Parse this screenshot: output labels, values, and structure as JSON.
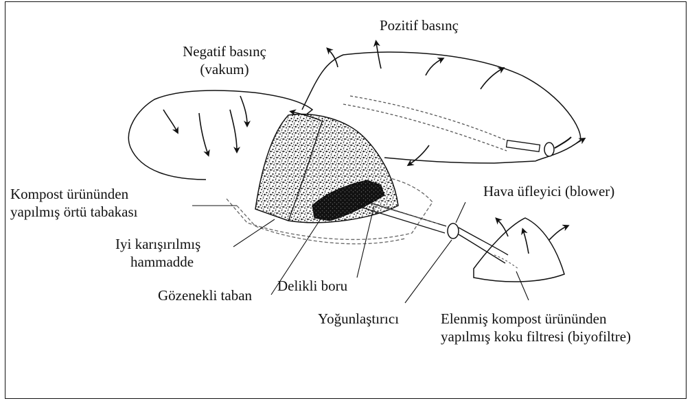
{
  "labels": {
    "negative_pressure_line1": "Negatif basınç",
    "negative_pressure_line2": "(vakum)",
    "positive_pressure": "Pozitif basınç",
    "cover_layer_line1": "Kompost ürününden",
    "cover_layer_line2": "yapılmış örtü tabakası",
    "raw_material_line1": "Iyi karışırılmış",
    "raw_material_line2": "hammadde",
    "porous_base": "Gözenekli taban",
    "perforated_pipe": "Delikli boru",
    "condenser": "Yoğunlaştırıcı",
    "blower": "Hava üfleyici (blower)",
    "biofilter_line1": "Elenmiş kompost ürününden",
    "biofilter_line2": "yapılmış koku filtresi (biyofiltre)"
  }
}
